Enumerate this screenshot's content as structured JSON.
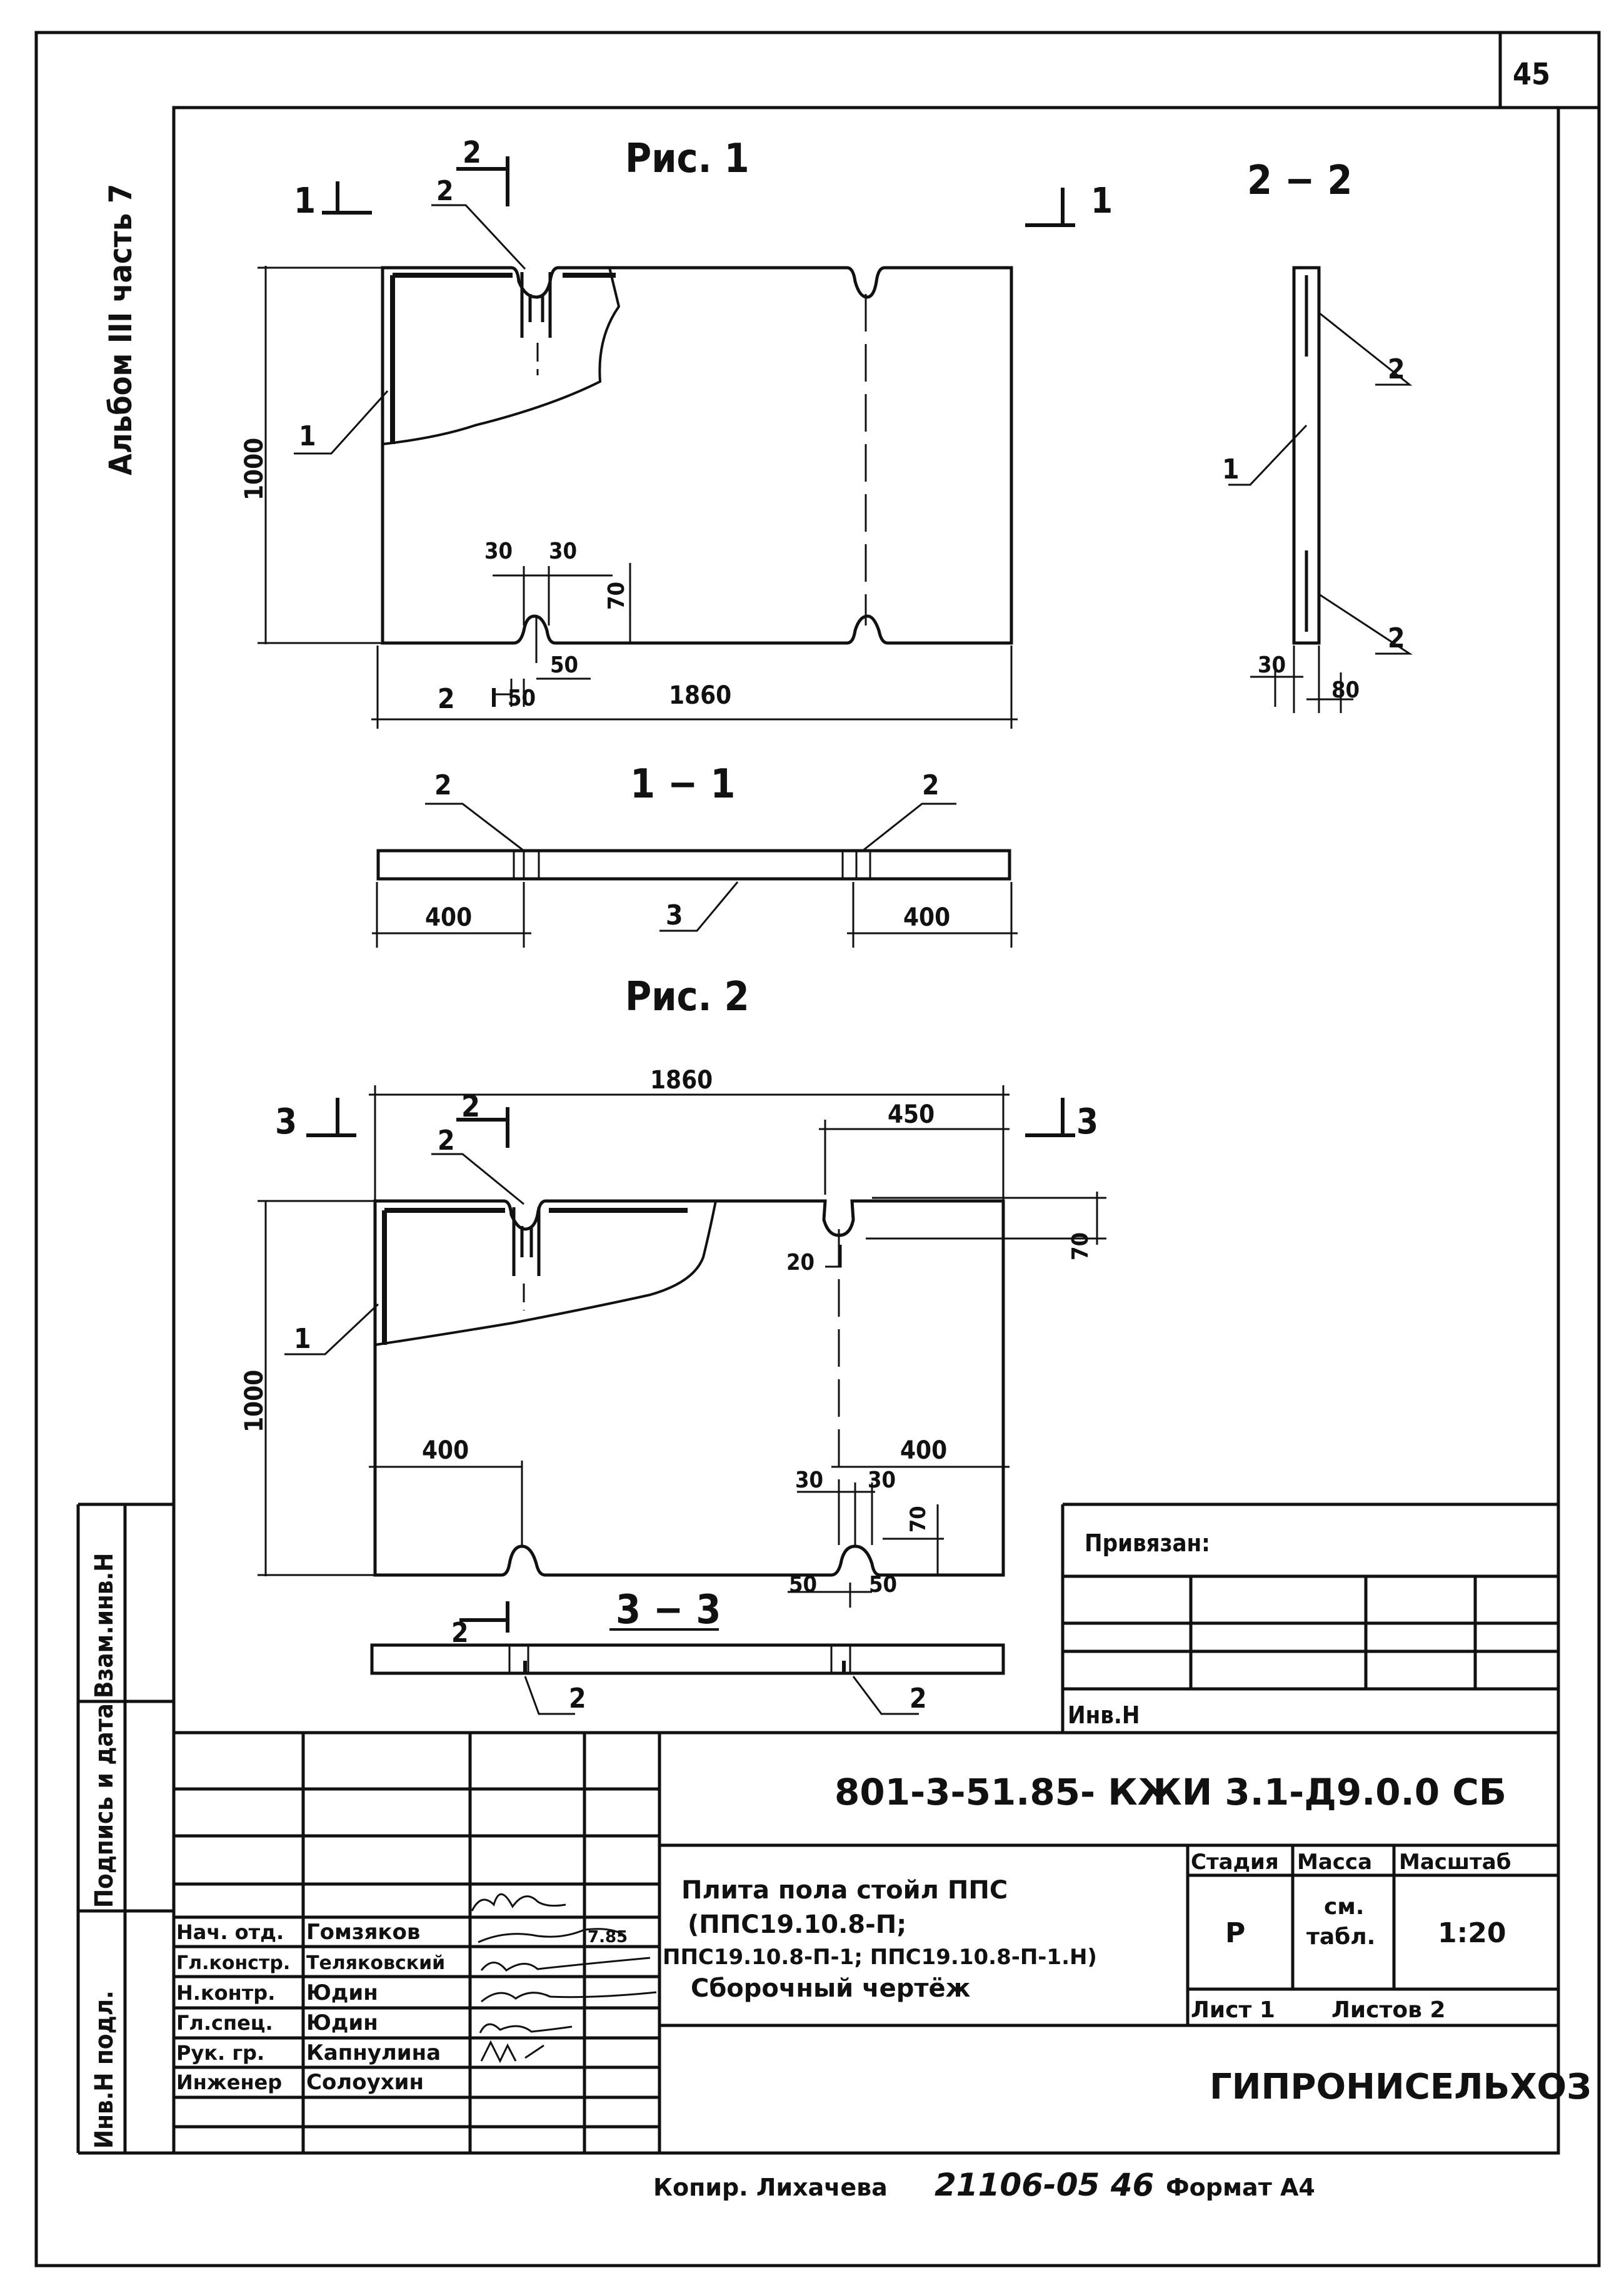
{
  "sheet": {
    "page_number": "45",
    "side_label": "Альбом III часть 7",
    "side_stamp": [
      "Инв.Н подл.",
      "Подпись и дата",
      "Взам.инв.Н"
    ]
  },
  "fig1": {
    "title": "Рис. 1",
    "dims": {
      "height": "1000",
      "length": "1860",
      "d30a": "30",
      "d30b": "30",
      "d70": "70",
      "d50a": "50",
      "d50b": "50"
    },
    "markers": {
      "cut2": "2",
      "cut1a": "1",
      "cut1b": "1",
      "pos1": "1",
      "pos2": "2"
    }
  },
  "section22": {
    "title": "2 − 2",
    "dims": {
      "d30": "30",
      "d80": "80"
    },
    "markers": {
      "pos1": "1",
      "pos2a": "2",
      "pos2b": "2"
    }
  },
  "section11": {
    "title": "1 − 1",
    "dims": {
      "left": "400",
      "right": "400"
    },
    "markers": {
      "pos2a": "2",
      "pos2b": "2",
      "pos3": "3"
    }
  },
  "fig2": {
    "title": "Рис. 2",
    "dims": {
      "length": "1860",
      "height": "1000",
      "d450": "450",
      "d70a": "70",
      "d20": "20",
      "d400a": "400",
      "d400b": "400",
      "d30a": "30",
      "d30b": "30",
      "d70b": "70",
      "d50a": "50",
      "d50b": "50"
    },
    "markers": {
      "cut3a": "3",
      "cut3b": "3",
      "cut2a": "2",
      "cut2b": "2",
      "pos1": "1",
      "pos2": "2"
    }
  },
  "section33": {
    "title": "3 − 3",
    "markers": {
      "pos2a": "2",
      "pos2b": "2"
    }
  },
  "binding": {
    "title": "Привязан:",
    "inv": "Инв.Н"
  },
  "stamp": {
    "code": "801-3-51.85-  КЖИ 3.1-Д9.0.0 СБ",
    "title_lines": [
      "Плита пола стойл ППС",
      "(ППС19.10.8-П;",
      "ППС19.10.8-П-1; ППС19.10.8-П-1.Н)",
      "Сборочный чертёж"
    ],
    "roles": [
      "Нач. отд.",
      "Гл.констр.",
      "Н.контр.",
      "Гл.спец.",
      "Рук. гр.",
      "Инженер"
    ],
    "names": [
      "Гомзяков",
      "Теляковский",
      "Юдин",
      "Юдин",
      "Капнулина",
      "Солоухин"
    ],
    "stage_header": "Стадия",
    "mass_header": "Масса",
    "scale_header": "Масштаб",
    "stage": "Р",
    "mass_line1": "см.",
    "mass_line2": "табл.",
    "scale": "1:20",
    "sheet": "Лист 1",
    "sheets": "Листов 2",
    "org": "ГИПРОНИСЕЛЬХОЗ",
    "date_note": "7.85"
  },
  "footer": {
    "copied": "Копир. Лихачева",
    "order": "21106-05 46",
    "format": "Формат А4"
  }
}
